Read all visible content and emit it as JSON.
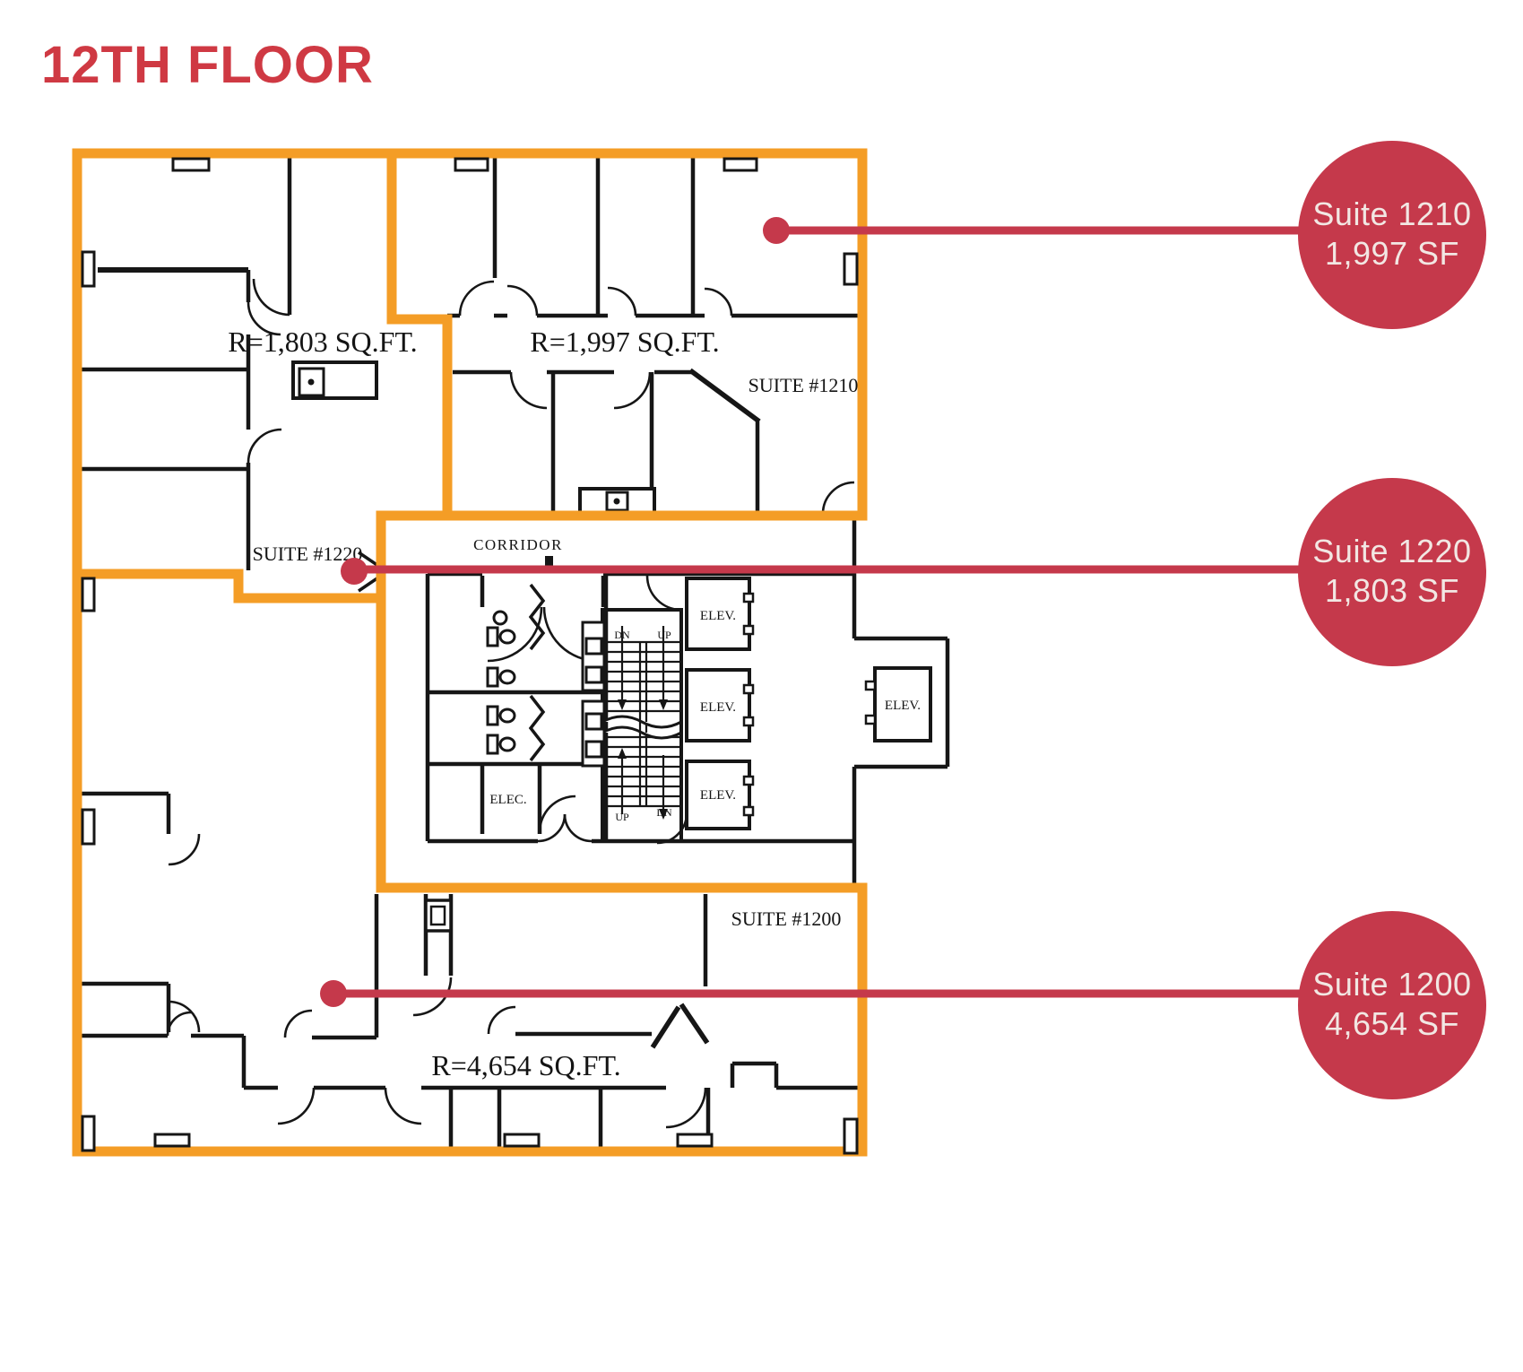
{
  "title": "12TH FLOOR",
  "colors": {
    "title_red": "#CF3943",
    "callout_red": "#C5394B",
    "boundary_orange": "#F49D26",
    "wall_black": "#161616",
    "callout_text": "#F2E7E3"
  },
  "callouts": [
    {
      "suite": "Suite 1210",
      "area": "1,997 SF"
    },
    {
      "suite": "Suite 1220",
      "area": "1,803 SF"
    },
    {
      "suite": "Suite 1200",
      "area": "4,654 SF"
    }
  ],
  "plan_labels": {
    "suite_1210_area": "R=1,997 SQ.FT.",
    "suite_1220_area": "R=1,803 SQ.FT.",
    "suite_1200_area": "R=4,654 SQ.FT.",
    "suite_1210_name": "SUITE #1210",
    "suite_1220_name": "SUITE #1220",
    "suite_1200_name": "SUITE #1200",
    "corridor": "CORRIDOR",
    "elevator": "ELEV.",
    "electrical": "ELEC.",
    "stairs_down": "DN",
    "stairs_up": "UP"
  }
}
